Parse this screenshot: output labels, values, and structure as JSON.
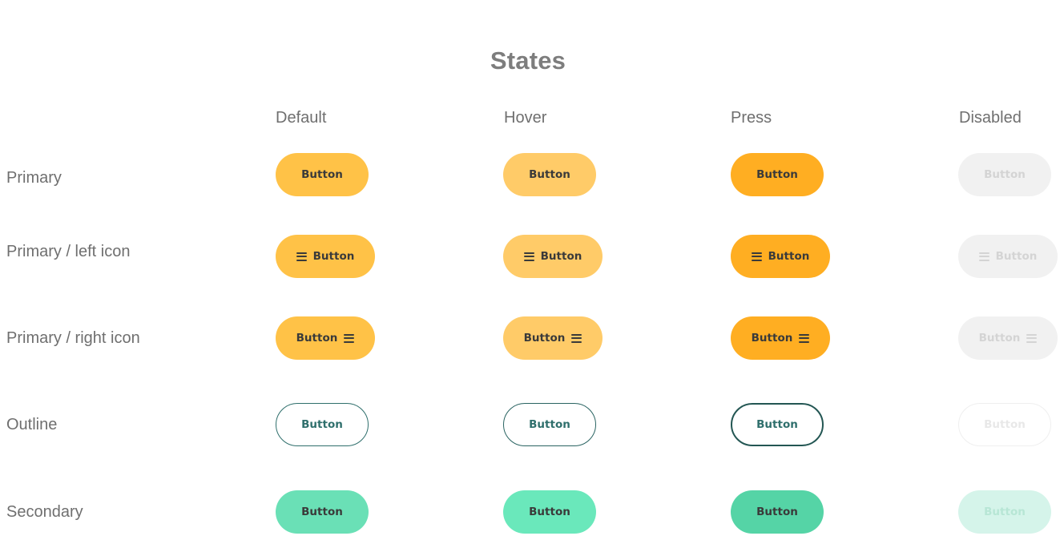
{
  "title": "States",
  "columns": {
    "default": "Default",
    "hover": "Hover",
    "press": "Press",
    "disabled": "Disabled"
  },
  "rows": {
    "primary": "Primary",
    "primary_left_icon": "Primary / left icon",
    "primary_right_icon": "Primary / right icon",
    "outline": "Outline",
    "secondary": "Secondary"
  },
  "button_label": "Button",
  "icon": "menu-icon",
  "colors": {
    "primary_default": "#ffc247",
    "primary_hover": "#ffcb68",
    "primary_press": "#ffae22",
    "primary_disabled": "#f1f1f1",
    "outline_border": "#2f6f6c",
    "secondary_default": "#6ae0b6",
    "secondary_hover": "#6ae8bb",
    "secondary_press": "#55d4a6",
    "secondary_disabled": "#d5f4ea"
  }
}
